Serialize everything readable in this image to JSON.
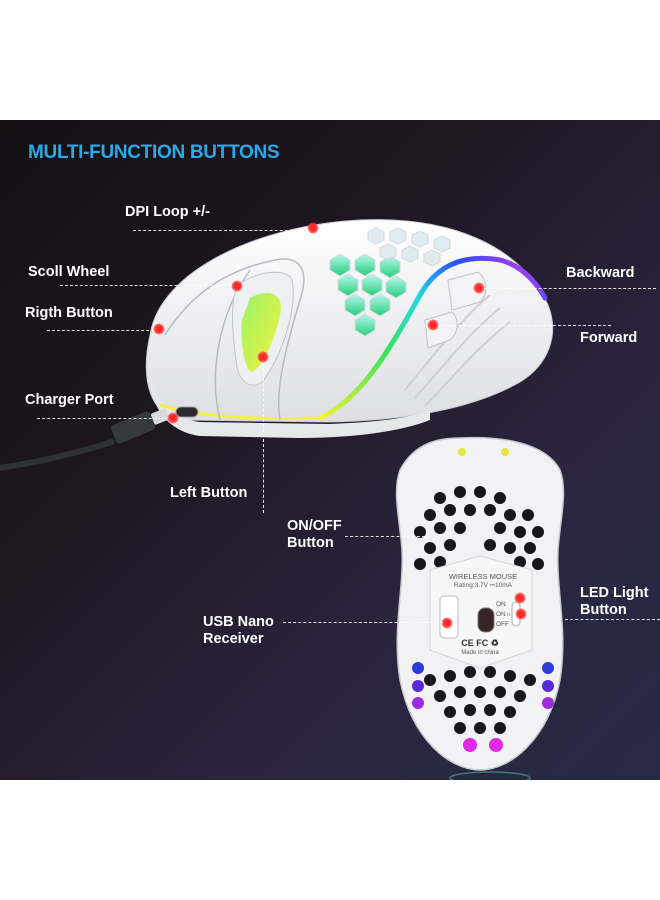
{
  "title": "MULTI-FUNCTION BUTTONS",
  "colors": {
    "title_blue": "#2aa9e6",
    "background_dark": "#1d1721",
    "marker_red": "#ff2a2a",
    "label_white": "#ffffff"
  },
  "callouts": {
    "dpi_loop": "DPI Loop +/-",
    "scroll_wheel": "Scoll Wheel",
    "right_button": "Rigth Button",
    "charger_port": "Charger Port",
    "left_button": "Left Button",
    "backward": "Backward",
    "forward": "Forward",
    "on_off_line1": "ON/OFF",
    "on_off_line2": "Button",
    "usb_line1": "USB Nano",
    "usb_line2": "Receiver",
    "led_line1": "LED Light",
    "led_line2": "Button"
  },
  "underside_label": {
    "product": "WIRELESS MOUSE",
    "rating": "Rating:3.7V ⎓10mA",
    "switch_on": "ON",
    "switch_on_led": "ON☼",
    "switch_off": "OFF",
    "certs": "CE FC ♻",
    "origin": "Made in china"
  }
}
